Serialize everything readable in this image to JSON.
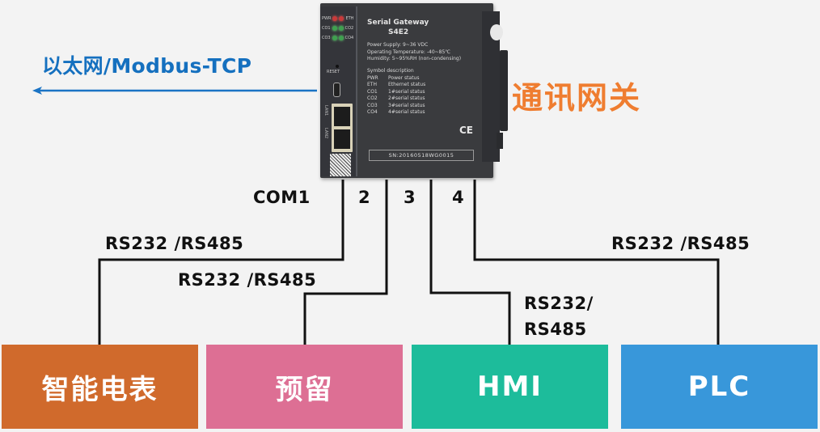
{
  "network": {
    "label": "以太网/Modbus-TCP",
    "arrow_direction": "left",
    "color": "#1570bf"
  },
  "gateway": {
    "title": "通讯网关",
    "title_color": "#ef7d30",
    "device": {
      "product": "Serial Gateway",
      "model": "S4E2",
      "specs": [
        "Power Supply:  9~36 VDC",
        "Operating Temperature:  -40~85℃",
        "Humidity:  5~95%RH (non-condensing)"
      ],
      "symbol_heading": "Symbol description",
      "symbols": [
        {
          "code": "PWR",
          "desc": "Power status"
        },
        {
          "code": "ETH",
          "desc": "Ethernet status"
        },
        {
          "code": "CO1",
          "desc": "1#serial status"
        },
        {
          "code": "CO2",
          "desc": "2#serial status"
        },
        {
          "code": "CO3",
          "desc": "3#serial status"
        },
        {
          "code": "CO4",
          "desc": "4#serial status"
        }
      ],
      "leds": [
        {
          "left": "PWR",
          "right": "ETH",
          "color": "red"
        },
        {
          "left": "CO1",
          "right": "CO2",
          "color": "green"
        },
        {
          "left": "CO3",
          "right": "CO4",
          "color": "green"
        }
      ],
      "reset_label": "RESET",
      "lan_labels": [
        "LAN1",
        "LAN2"
      ],
      "ce_mark": "CE",
      "serial_number": "SN:20160518WG0015"
    }
  },
  "ports": [
    {
      "label": "COM1",
      "protocol": "RS232 /RS485",
      "device": "智能电表",
      "color": "#d06a2c"
    },
    {
      "label": "2",
      "protocol": "RS232 /RS485",
      "device": "预留",
      "color": "#dd6f94"
    },
    {
      "label": "3",
      "protocol_lines": [
        "RS232/",
        "RS485"
      ],
      "device": "HMI",
      "color": "#1dbc9b"
    },
    {
      "label": "4",
      "protocol": "RS232 /RS485",
      "device": "PLC",
      "color": "#3897da"
    }
  ]
}
